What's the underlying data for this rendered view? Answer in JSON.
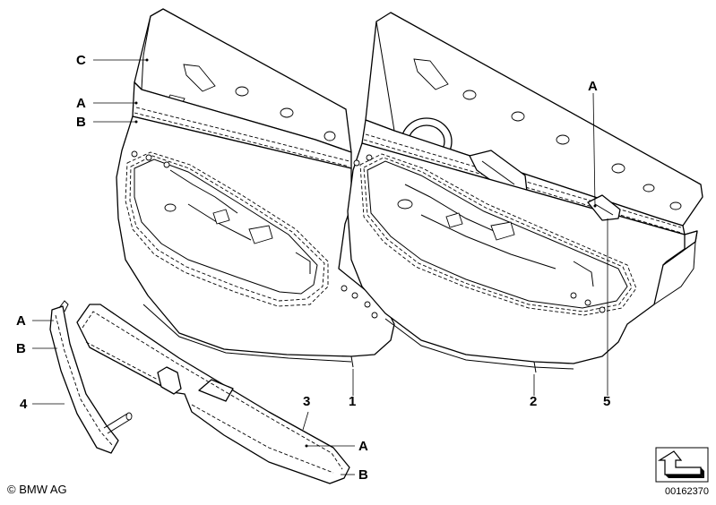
{
  "callouts": {
    "c_upper_left": "C",
    "a_upper_left": "A",
    "b_upper_left": "B",
    "a_upper_right": "A",
    "a_pull": "A",
    "b_pull": "B",
    "num_4": "4",
    "num_3": "3",
    "num_1": "1",
    "num_2": "2",
    "num_5": "5",
    "a_armrest": "A",
    "b_armrest": "B"
  },
  "footer": {
    "copyright": "© BMW AG",
    "doc_number": "00162370"
  },
  "colors": {
    "line": "#000000",
    "background": "#ffffff"
  },
  "icons": {
    "corner_arrow": "arrow-icon"
  }
}
